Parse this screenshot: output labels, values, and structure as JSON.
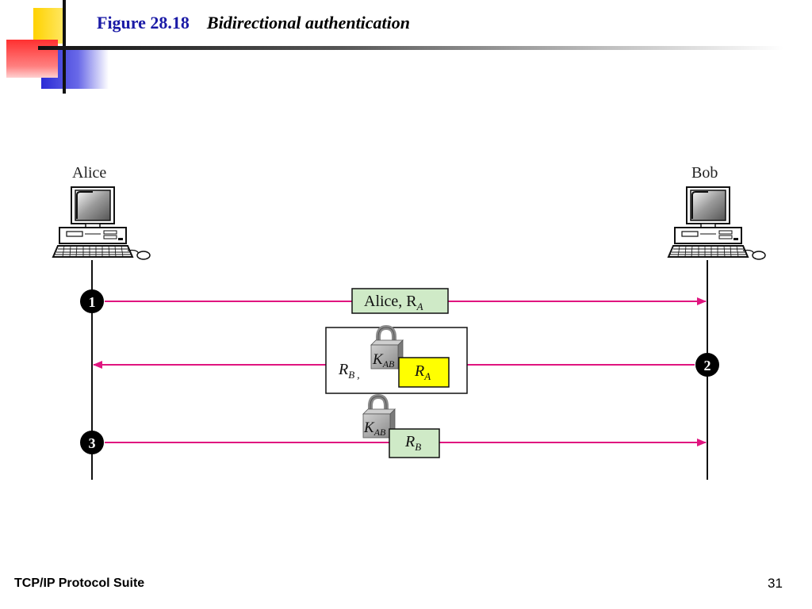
{
  "slide": {
    "figure_number": "Figure 28.18",
    "figure_caption": "Bidirectional authentication",
    "footer": "TCP/IP Protocol Suite",
    "page_number": "31"
  },
  "parties": {
    "left": "Alice",
    "right": "Bob"
  },
  "messages": [
    {
      "step": "1",
      "direction": "left-to-right",
      "payload": "Alice, R",
      "payload_sub": "A"
    },
    {
      "step": "2",
      "direction": "right-to-left",
      "prefix": "R",
      "prefix_sub": "B",
      "prefix_sep": ",",
      "lock_key": "K",
      "lock_key_sub": "AB",
      "payload": "R",
      "payload_sub": "A"
    },
    {
      "step": "3",
      "direction": "left-to-right",
      "lock_key": "K",
      "lock_key_sub": "AB",
      "payload": "R",
      "payload_sub": "B"
    }
  ],
  "colors": {
    "arrow": "#e0157f",
    "msg_box_green": "#cfeac7",
    "msg_box_yellow": "#ffff00",
    "lock_gray": "#a9a9a9",
    "title_blue": "#1a1aa6"
  },
  "icons": [
    "desktop-computer-icon",
    "padlock-icon"
  ]
}
